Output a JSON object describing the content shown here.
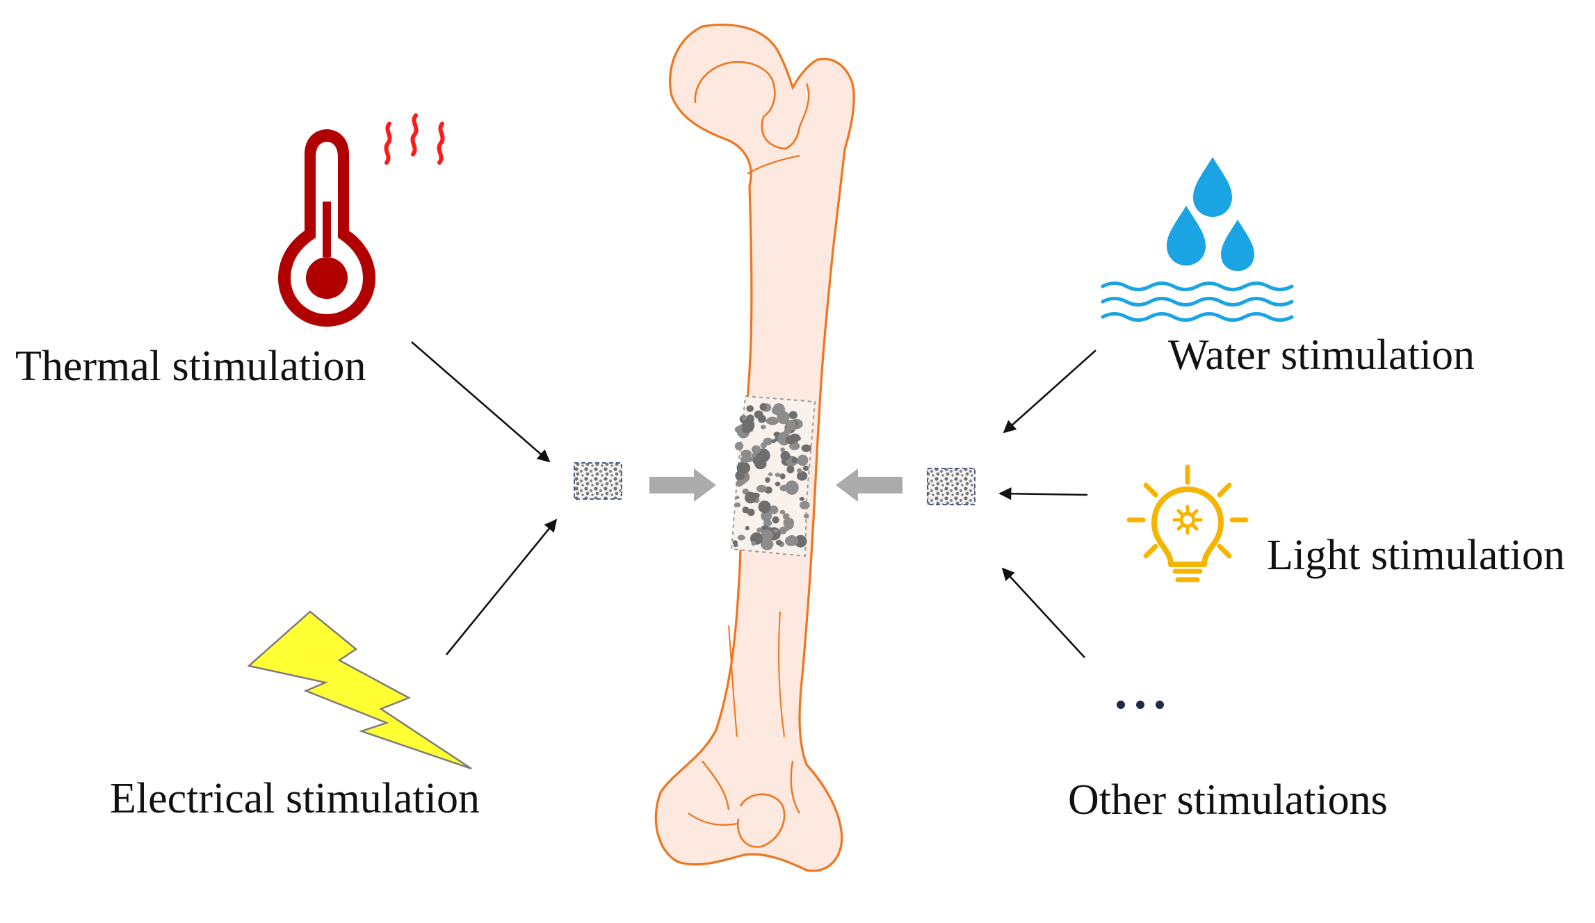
{
  "labels": {
    "thermal": "Thermal stimulation",
    "electrical": "Electrical stimulation",
    "water": "Water stimulation",
    "light": "Light stimulation",
    "other": "Other stimulations"
  },
  "icons": {
    "thermal": "thermometer-icon",
    "heat": "heat-waves-icon",
    "electrical": "lightning-bolt-icon",
    "water": "water-drops-icon",
    "light": "light-bulb-icon",
    "other": "ellipsis-icon",
    "center": "femur-bone-icon",
    "fracture": "bone-defect-icon",
    "scaffold": "scaffold-block-icon"
  },
  "colors": {
    "thermometer": "#b10000",
    "heat": "#ff1a1a",
    "bolt_fill": "#ffff33",
    "bolt_stroke": "#7b7b7b",
    "water": "#1ba4e3",
    "light": "#f5b400",
    "bone_fill": "#fde9df",
    "bone_stroke": "#f0741e",
    "particles": "#6e6e6e",
    "arrow": "#111111",
    "gray_arrow": "#ababab",
    "dots": "#1f2a44"
  }
}
